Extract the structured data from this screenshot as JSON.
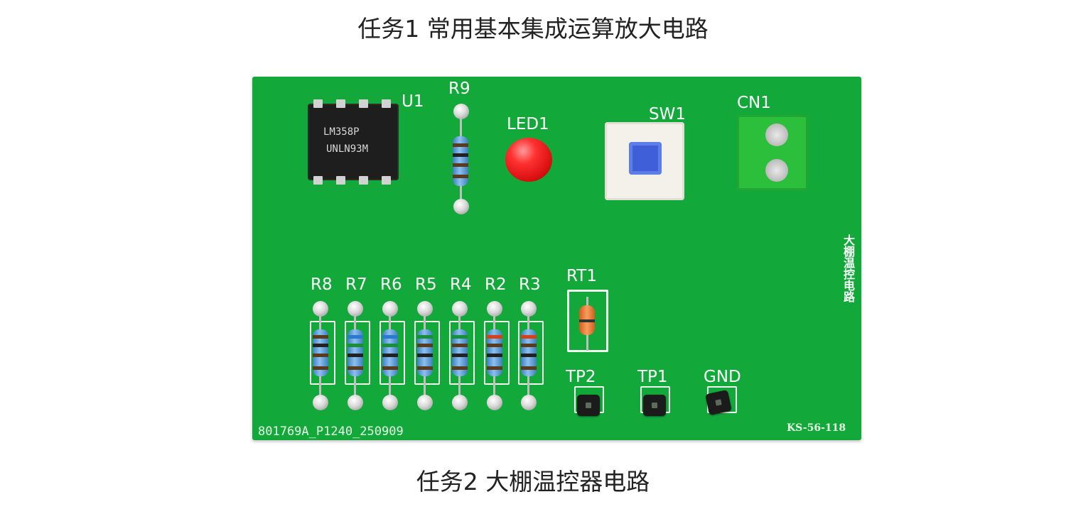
{
  "captions": {
    "top": "任务1 常用基本集成运算放大电路",
    "bottom": "任务2 大棚温控器电路"
  },
  "board": {
    "color": "#13a83a",
    "serial": "801769A_P1240_250909",
    "part_code": "KS-56-118",
    "vertical_label": "大棚温控电路",
    "components": {
      "U1": "U1",
      "R9": "R9",
      "LED1": "LED1",
      "SW1": "SW1",
      "CN1": "CN1",
      "RT1": "RT1",
      "TP2": "TP2",
      "TP1": "TP1",
      "GND": "GND"
    },
    "resistor_labels": [
      "R8",
      "R7",
      "R6",
      "R5",
      "R4",
      "R2",
      "R3"
    ],
    "chip": {
      "line1": "LM358P",
      "line2": "UNLN93M"
    }
  }
}
